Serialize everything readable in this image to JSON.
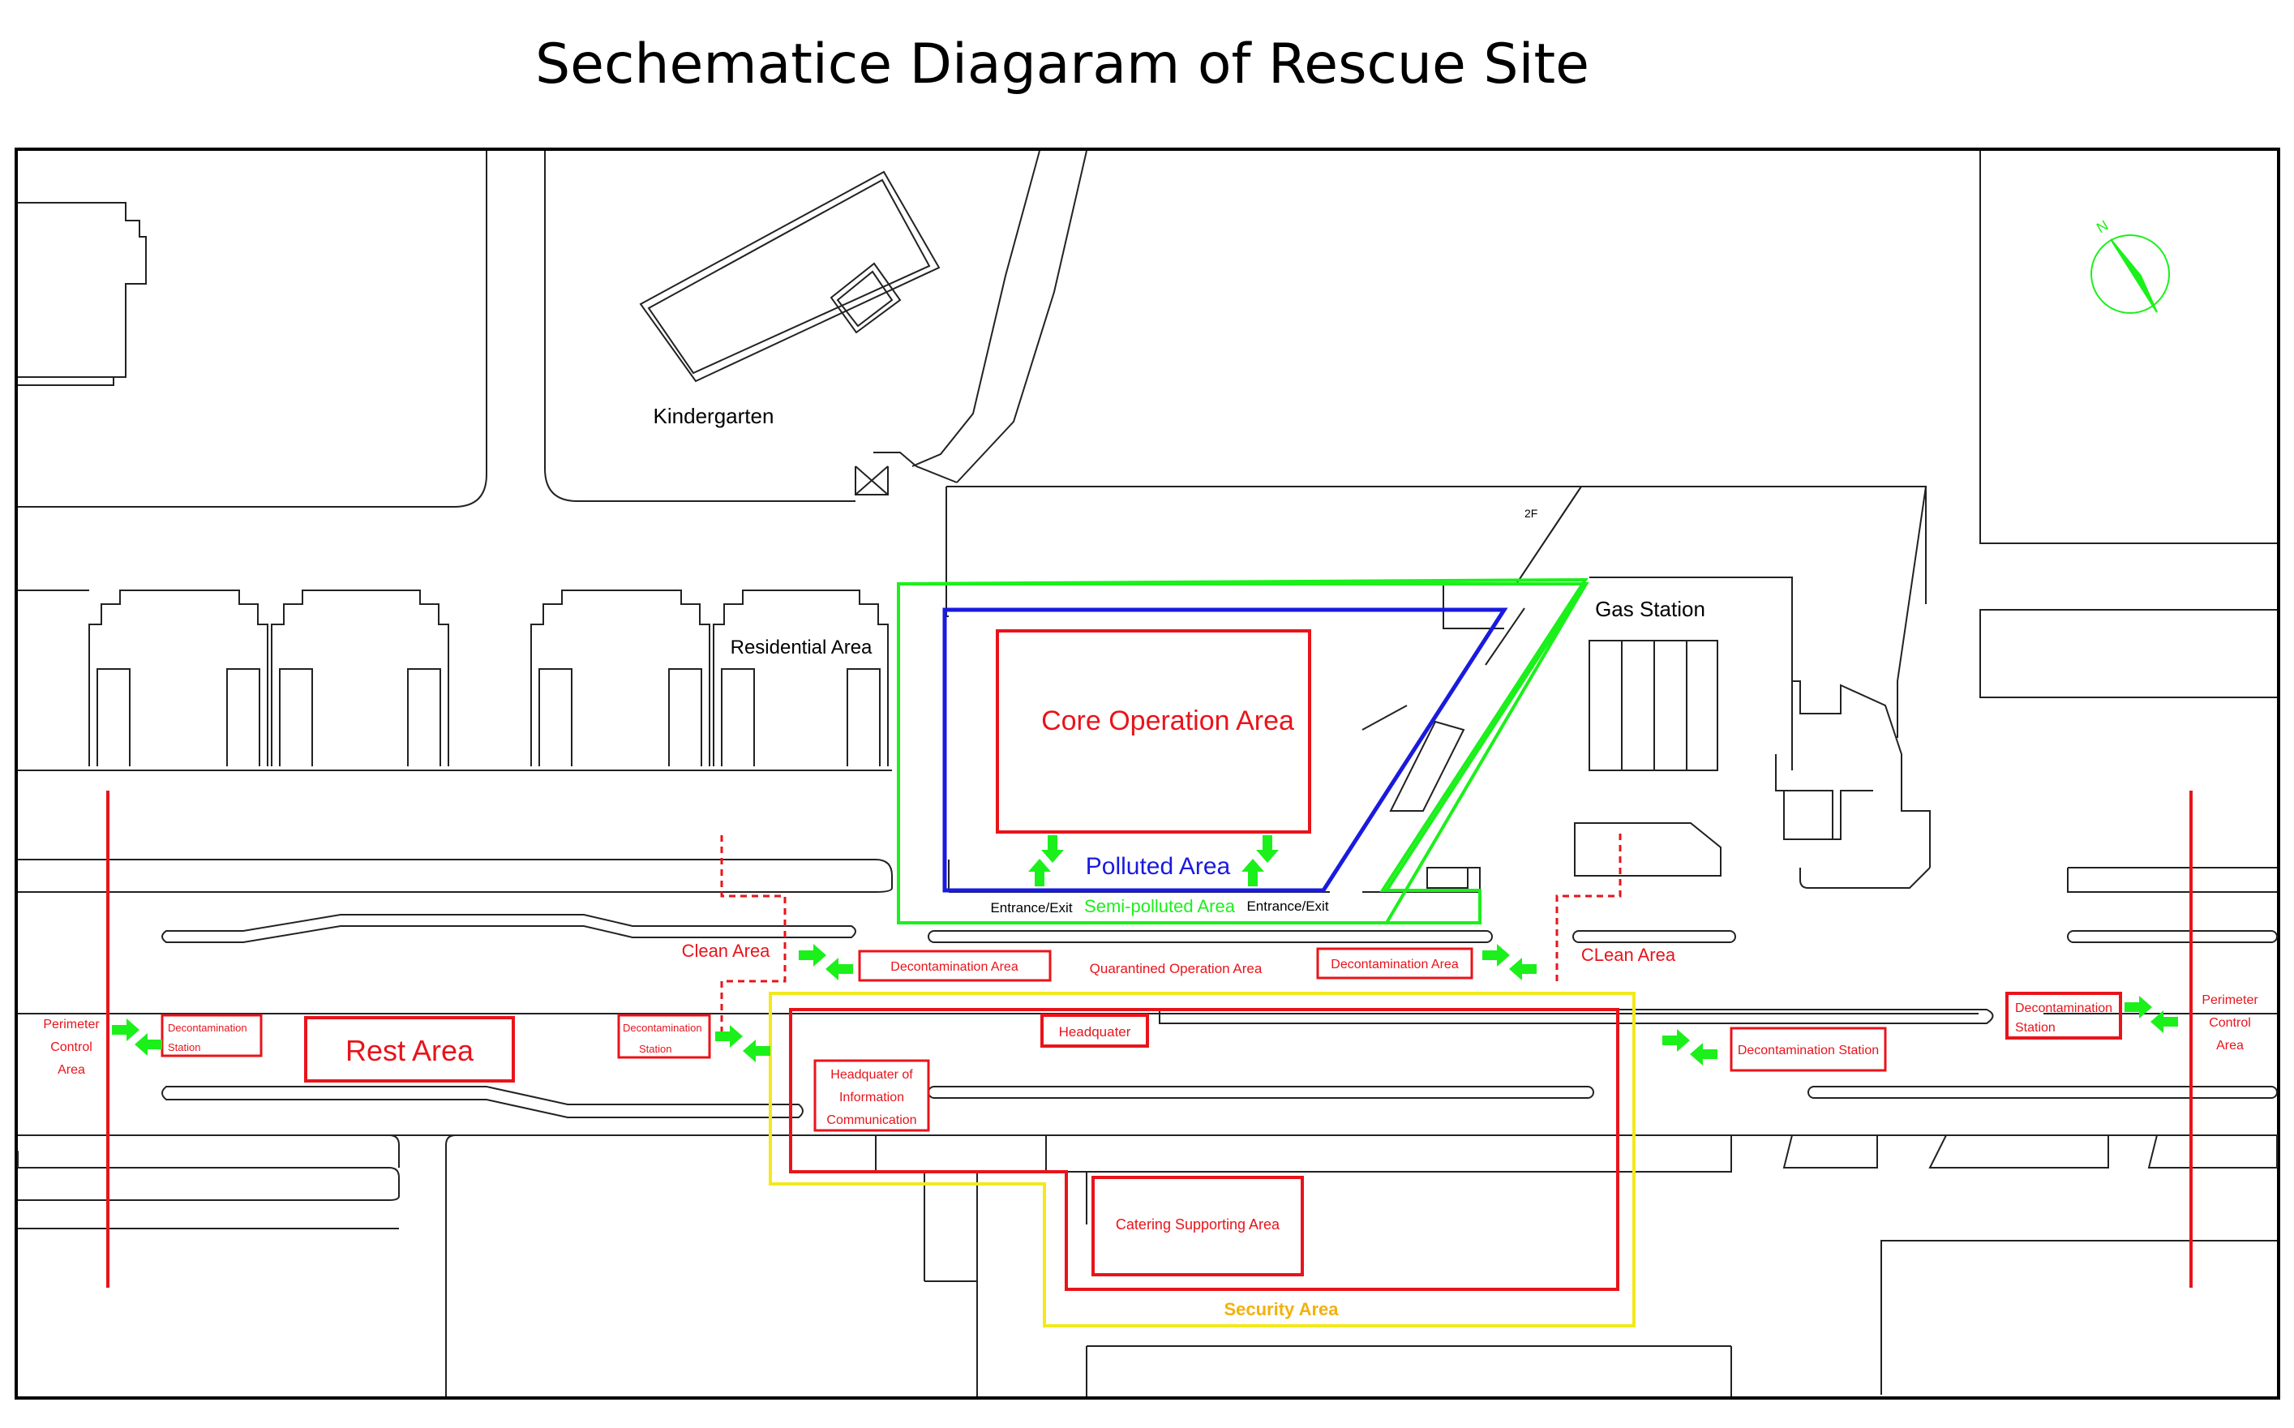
{
  "title": "Sechematice Diagaram of Rescue Site",
  "colors": {
    "outline": "#000000",
    "red": "#e8141b",
    "blue": "#1a1adf",
    "green": "#1bf01b",
    "yellow": "#f2e91c",
    "orange": "#f2b10c"
  },
  "icons": {
    "compass": "north-arrow-icon",
    "arrows": "green-arrow-icon"
  },
  "labels": {
    "kindergarten": "Kindergarten",
    "residential": "Residential Area",
    "gas_station": "Gas Station",
    "floor_mark": "2F",
    "north": "N",
    "core": "Core Operation Area",
    "polluted": "Polluted Area",
    "semi_polluted": "Semi-polluted Area",
    "entrance_left": "Entrance/Exit",
    "entrance_right": "Entrance/Exit",
    "clean_left": "Clean Area",
    "clean_right": "CLean Area",
    "quarantined": "Quarantined Operation Area",
    "decon_1": "Decontamination Area",
    "decon_2": "Decontamination Area",
    "decon_station_right": "Decontamination Station",
    "decon_station_far_right": [
      "Decontamination",
      "Station"
    ],
    "decon_station_left": [
      "Decontamination",
      "Station"
    ],
    "decon_station_mid": [
      "Decontamination",
      "Station"
    ],
    "perimeter_left": [
      "Perimeter",
      "Control",
      "Area"
    ],
    "perimeter_right": [
      "Perimeter",
      "Control",
      "Area"
    ],
    "rest": "Rest Area",
    "headquarter": "Headquater",
    "hq_info": [
      "Headquater of",
      "Information",
      "Communication"
    ],
    "catering": "Catering Supporting Area",
    "security": "Security Area"
  }
}
